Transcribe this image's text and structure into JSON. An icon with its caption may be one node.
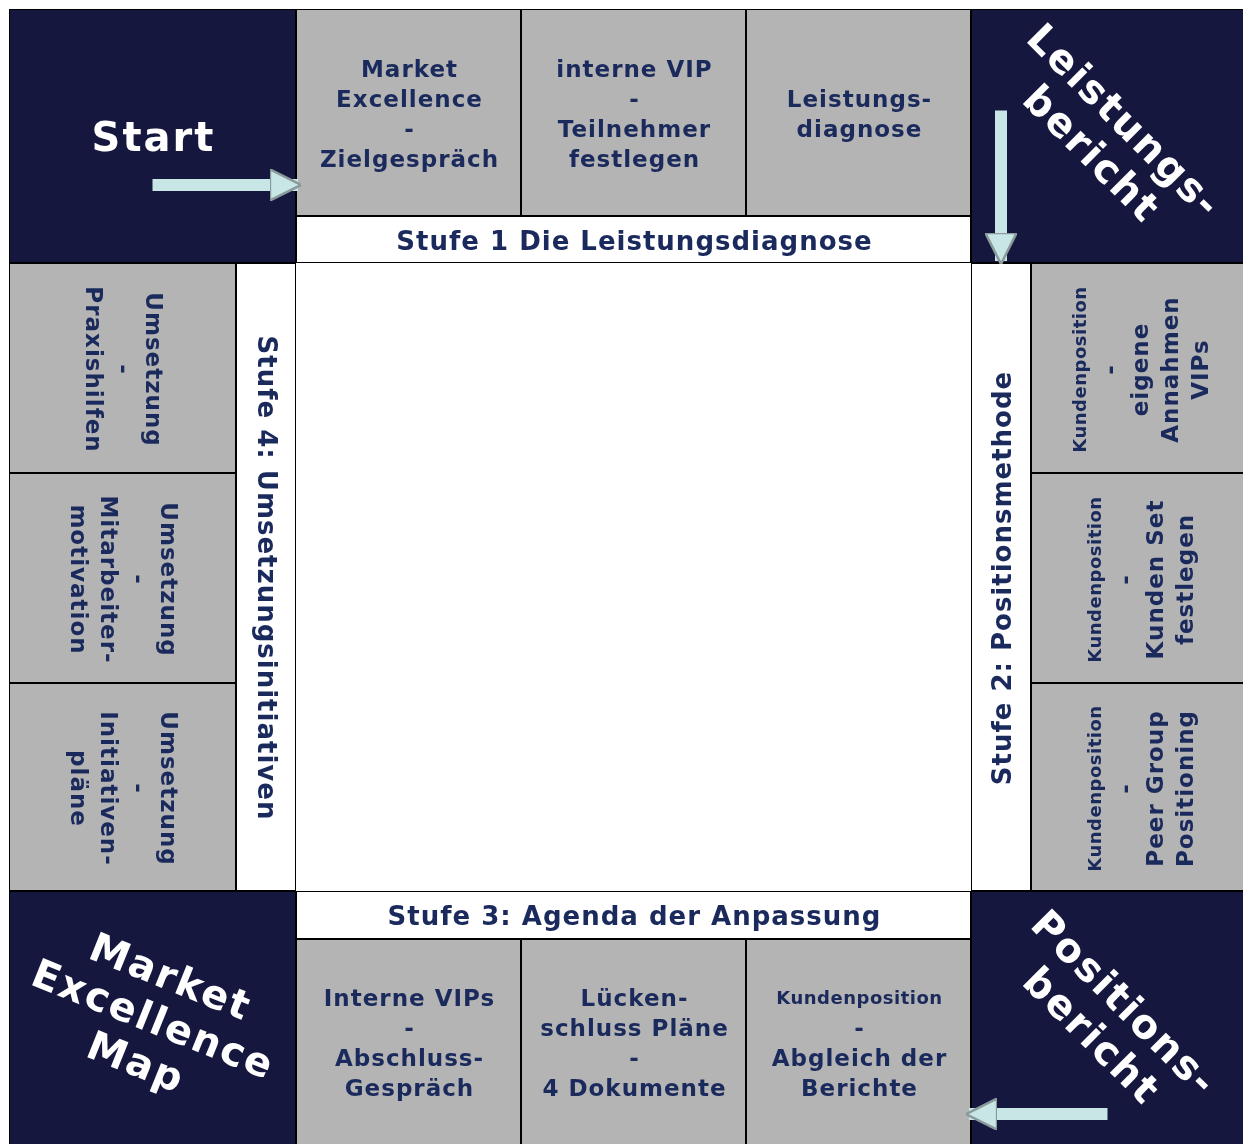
{
  "diagram": {
    "nodes": [
      {
        "text": [
          "Start"
        ]
      },
      {
        "text": [
          "Market Excellence",
          "-",
          "Zielgespräch"
        ]
      },
      {
        "text": [
          "interne VIP",
          "-",
          "Teilnehmer festlegen"
        ]
      },
      {
        "text": [
          "Leistungs- diagnose"
        ]
      },
      {
        "text": [
          "Leistungs- bericht"
        ]
      },
      {
        "text": [
          "Stufe 1 Die Leistungsdiagnose"
        ]
      },
      {
        "text": [
          "Umsetzung",
          "-",
          "Praxishilfen"
        ]
      },
      {
        "text": [
          "Stufe 4: Umsetzungsinitiativen"
        ]
      },
      {
        "text": [
          "Stufe 2: Positionsmethode"
        ]
      },
      {
        "text": [
          "Kundenposition",
          "-",
          "eigene Annahmen VIPs"
        ]
      },
      {
        "text": [
          "Umsetzung",
          "-",
          "Mitarbeiter- motivation"
        ]
      },
      {
        "text": [
          "Kundenposition",
          "-",
          "Kunden Set festlegen"
        ]
      },
      {
        "text": [
          "Umsetzung",
          "-",
          "Initiativen- pläne"
        ]
      },
      {
        "text": [
          "Kundenposition",
          "-",
          "Peer Group Positioning"
        ]
      },
      {
        "text": [
          "Market Excellence Map"
        ]
      },
      {
        "text": [
          "Stufe 3: Agenda der Anpassung"
        ]
      },
      {
        "text": [
          "Positions- bericht"
        ]
      },
      {
        "text": [
          "Interne VIPs",
          "-",
          "Abschluss- Gespräch"
        ]
      },
      {
        "text": [
          "Lücken- schluss Pläne",
          "-",
          "4 Dokumente"
        ]
      },
      {
        "text": [
          "Kundenposition",
          "-",
          "Abgleich der Berichte"
        ]
      }
    ],
    "edges": [
      {
        "from": 0,
        "to": 1,
        "arrow": "to"
      },
      {
        "from": 4,
        "to": 8,
        "arrow": "to"
      },
      {
        "from": 16,
        "to": 19,
        "arrow": "to"
      }
    ]
  }
}
